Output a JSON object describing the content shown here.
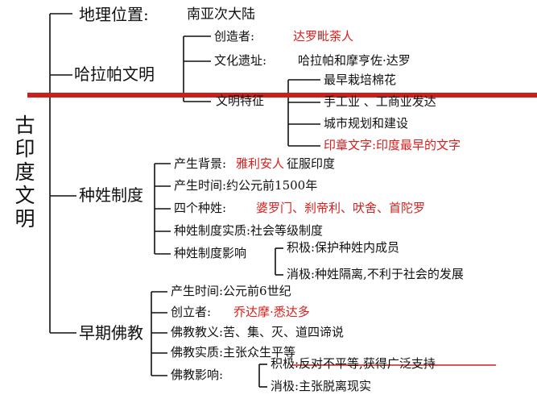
{
  "root": "古印度文明",
  "geography": {
    "label": "地理位置:",
    "value": "南亚次大陆"
  },
  "harappa": {
    "title": "哈拉帕文明",
    "creator_label": "创造者:",
    "creator_value": "达罗毗荼人",
    "site_label": "文化遗址:",
    "site_value": "哈拉帕和摩亨佐·达罗",
    "features_label": "文明特征",
    "features": [
      "最早栽培棉花",
      "手工业  、工商业发达",
      "城市规划和建设",
      "印章文字:印度最早的文字"
    ]
  },
  "caste": {
    "title": "种姓制度",
    "background_label": "产生背景:",
    "background_red": "雅利安人",
    "background_rest": "征服印度",
    "time": "产生时间:约公元前1500年",
    "four_label": "四个种姓:",
    "four_value": "婆罗门、刹帝利、吠舍、首陀罗",
    "essence": "种姓制度实质:社会等级制度",
    "influence_label": "种姓制度影响",
    "influence_positive": "积极:保护种姓内成员",
    "influence_negative": "消极:种姓隔离,不利于社会的发展"
  },
  "buddhism": {
    "title": "早期佛教",
    "time": "产生时间:公元前6世纪",
    "founder_label": "创立者:",
    "founder_value": "乔达摩·悉达多",
    "doctrine": "佛教教义:苦、集、灭、道四谛说",
    "essence": "佛教实质:主张众生平等",
    "influence_label": "佛教影响:",
    "influence_positive": "积极:反对不平等,获得广泛支持",
    "influence_negative": "消极:主张脱离现实"
  },
  "colors": {
    "accent_red": "#d7201d",
    "band_red": "#c8211b",
    "line": "#111111"
  }
}
